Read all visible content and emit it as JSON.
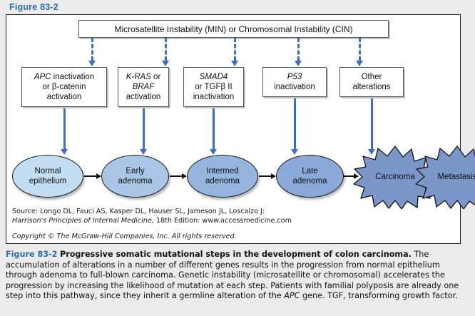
{
  "figure": {
    "title": "Figure 83-2",
    "top_box": "Microsatellite Instability (MIN) or Chromosomal Instability (CIN)",
    "gene_boxes": [
      {
        "line1_italic": "APC",
        "line1_rest": " inactivation",
        "line2": "or β-catenin",
        "line3": "activation"
      },
      {
        "line1_italic": "K-RAS",
        "line1_rest": " or",
        "line2_italic": "BRAF",
        "line3": "activation"
      },
      {
        "line1_italic": "SMAD4",
        "line1_rest": "",
        "line2": "or TGFβ II",
        "line3": "inactivation"
      },
      {
        "line1_italic": "P53",
        "line1_rest": "",
        "line2": "inactivation",
        "line3": ""
      },
      {
        "line1_italic": "",
        "line1_rest": "Other",
        "line2": "alterations",
        "line3": ""
      }
    ],
    "stages": [
      {
        "label_line1": "Normal",
        "label_line2": "epithelium",
        "shape": "ellipse",
        "fill": "#c2dcf2"
      },
      {
        "label_line1": "Early",
        "label_line2": "adenoma",
        "shape": "ellipse",
        "fill": "#a9c6e6"
      },
      {
        "label_line1": "Intermed",
        "label_line2": "adenoma",
        "shape": "ellipse",
        "fill": "#95b4de"
      },
      {
        "label_line1": "Late",
        "label_line2": "adenoma",
        "shape": "ellipse",
        "fill": "#80a3d4"
      },
      {
        "label_line1": "Carcinoma",
        "label_line2": "",
        "shape": "star",
        "fill": "#7b96c8"
      },
      {
        "label_line1": "Metastasis",
        "label_line2": "",
        "shape": "star",
        "fill": "#7b96c8"
      }
    ],
    "source_line1": "Source: Longo DL, Fauci AS, Kasper DL, Hauser SL, Jameson JL, Loscalzo J:",
    "source_line2_italic": "Harrison's Principles of Internal Medicine",
    "source_line2_rest": ", 18th Edition: www.accessmedicine.com",
    "copyright": "Copyright © The McGraw-Hill Companies, Inc. All rights reserved."
  },
  "caption": {
    "label": "Figure 83-2",
    "bold_title": "Progressive somatic mutational steps in the development of colon carcinoma.",
    "body_part1": " The accumulation of alterations in a number of different genes results in the progression from normal epithelium through adenoma to full-blown carcinoma. Genetic instability (microsatellite or chromosomal) accelerates the progression by increasing the likelihood of mutation at each step. Patients with familial polyposis are already one step into this pathway, since they inherit a germline alteration of the ",
    "body_italic": "APC",
    "body_part2": " gene. TGF, transforming growth factor."
  },
  "colors": {
    "accent_blue": "#2a6eb5",
    "arrow_blue": "#3a6fc4",
    "page_background": "#ebebeb",
    "panel_background": "#ffffff"
  }
}
